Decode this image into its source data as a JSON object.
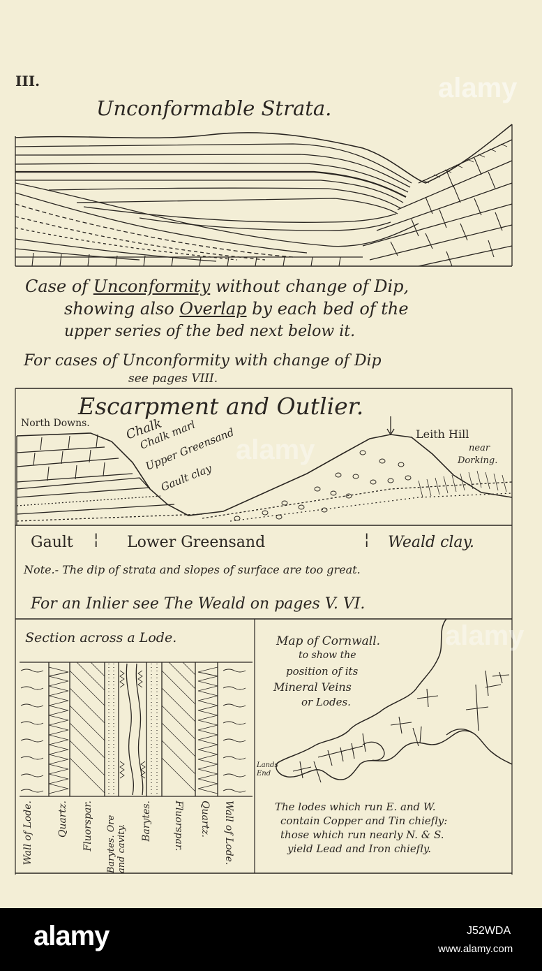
{
  "plate_number": "III.",
  "section1": {
    "title": "Unconformable Strata.",
    "caption_line1_a": "Case of ",
    "caption_line1_b": "Unconformity",
    "caption_line1_c": " without change of Dip,",
    "caption_line2_a": "showing also ",
    "caption_line2_b": "Overlap",
    "caption_line2_c": " by each bed of the",
    "caption_line3": "upper series of the bed next below it.",
    "caption_line4": "For cases of Unconformity with change of Dip",
    "caption_line5": "see pages VIII."
  },
  "section2": {
    "title": "Escarpment and Outlier.",
    "label_north_downs": "North Downs.",
    "label_chalk": "Chalk",
    "label_chalk_marl": "Chalk marl",
    "label_upper_greensand": "Upper Greensand",
    "label_gault_clay": "Gault clay",
    "label_leith_hill": "Leith Hill",
    "label_near": "near",
    "label_dorking": "Dorking.",
    "legend_gault": "Gault",
    "legend_lower_greensand": "Lower Greensand",
    "legend_weald_clay": "Weald clay.",
    "note": "Note.- The dip of strata and slopes of surface are too great.",
    "inlier_line": "For an Inlier see The Weald on pages V. VI."
  },
  "section3": {
    "title": "Section across a Lode.",
    "vertical_labels": [
      "Wall of Lode.",
      "Quartz.",
      "Fluorspar.",
      "Barytes. Ore and cavity.",
      "Barytes.",
      "Fluorspar.",
      "Quartz.",
      "Wall of Lode."
    ]
  },
  "section4": {
    "title_line1": "Map of Cornwall.",
    "title_line2": "to show the",
    "title_line3": "position of its",
    "title_line4": "Mineral Veins",
    "title_line5": "or Lodes.",
    "label_lands_end": "Lands End",
    "caption_line1": "The lodes which run E. and W.",
    "caption_line2": "contain Copper and Tin chiefly:",
    "caption_line3": "those which run nearly N. & S.",
    "caption_line4": "yield Lead and Iron chiefly."
  },
  "watermark": {
    "brand": "alamy",
    "image_id": "J52WDA",
    "url": "www.alamy.com"
  }
}
